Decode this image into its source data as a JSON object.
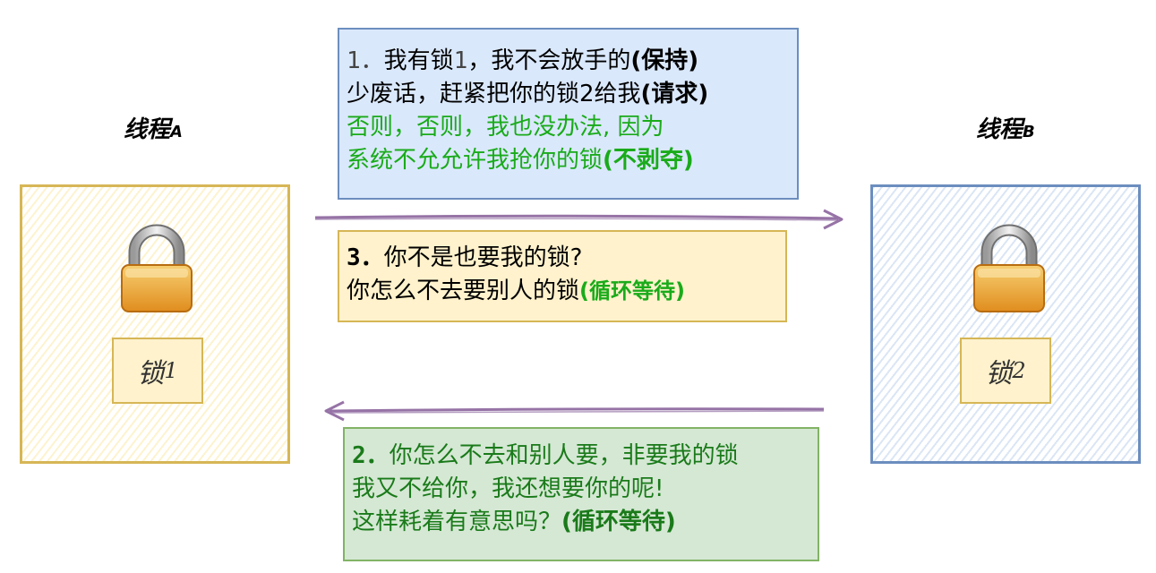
{
  "threads": {
    "a": {
      "label": "线程",
      "suffix": "A",
      "lock": {
        "char": "锁",
        "num": "1"
      }
    },
    "b": {
      "label": "线程",
      "suffix": "B",
      "lock": {
        "char": "锁",
        "num": "2"
      }
    }
  },
  "notes": {
    "n1": {
      "l1_num": "1．",
      "l1_a": "我有锁",
      "l1_b": "1",
      "l1_c": "，我不会放手的",
      "l1_bold": "(保持)",
      "l2_a": "少废话，赶紧把你的锁2给我",
      "l2_bold": "(请求)",
      "l3": "否则，否则，我也没办法, 因为",
      "l4_a": "系统不允允许我抢你的锁",
      "l4_bold": "(不剥夺)"
    },
    "n3": {
      "l1_num": "3．",
      "l1_text": "你不是也要我的锁?",
      "l2_a": "你怎么不去要别人的锁",
      "l2_bold": "(循环等待)"
    },
    "n2": {
      "l1_num": "2．",
      "l1_text": "你怎么不去和别人要，非要我的锁",
      "l2": "我又不给你，我还想要你的呢!",
      "l3_a": "这样耗着有意思吗？",
      "l3_bold": "(循环等待)"
    }
  },
  "colors": {
    "arrow": "#9673a6",
    "thread_a_border": "#d6b656",
    "thread_b_border": "#6c8ebf",
    "note1_bg": "#dae8fc",
    "note3_bg": "#fff2cc",
    "note2_bg": "#d5e8d4"
  },
  "icons": [
    "padlock-icon",
    "arrow-right-icon",
    "arrow-left-icon"
  ]
}
